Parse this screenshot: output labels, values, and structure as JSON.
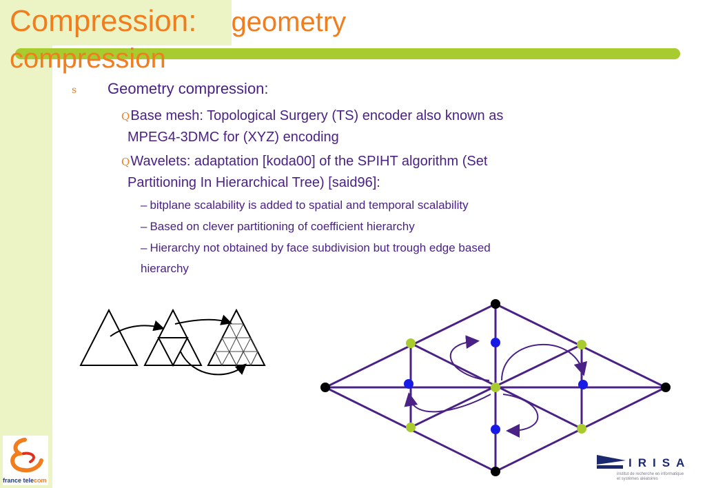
{
  "title": {
    "part1": "Compression:",
    "part2": "geometry",
    "part3": "compression"
  },
  "bullets": {
    "level1": {
      "marker": "s",
      "text": "Geometry compression:"
    },
    "level2": [
      {
        "marker": "Q",
        "line1": "Base mesh: Topological Surgery (TS) encoder also known as",
        "line2": "MPEG4-3DMC for (XYZ) encoding"
      },
      {
        "marker": "Q",
        "line1": "Wavelets: adaptation [koda00] of the SPIHT algorithm (Set",
        "line2": "Partitioning In Hierarchical Tree) [said96]:"
      }
    ],
    "level3": [
      {
        "marker": "–",
        "text": "bitplane scalability is added to spatial and temporal scalability"
      },
      {
        "marker": "–",
        "text": "Based on clever partitioning of coefficient hierarchy"
      },
      {
        "marker": "–",
        "text": "Hierarchy not obtained by face subdivision but trough edge based",
        "line2": "hierarchy"
      }
    ]
  },
  "logos": {
    "france_telecom": {
      "name": "france tele",
      "suffix": "com"
    },
    "irisa": {
      "name": "IRISA",
      "subtitle_line1": "institut de recherche en informatique",
      "subtitle_line2": "et systèmes aléatoires"
    }
  },
  "colors": {
    "title": "#f07d1e",
    "body_text": "#4a2185",
    "accent_band": "#a8cc30",
    "light_band": "#ecf4c6",
    "mesh_edges": "#4a2185",
    "vertex_black": "#000000",
    "vertex_blue": "#1a1ae6",
    "vertex_green": "#a8cc30"
  }
}
